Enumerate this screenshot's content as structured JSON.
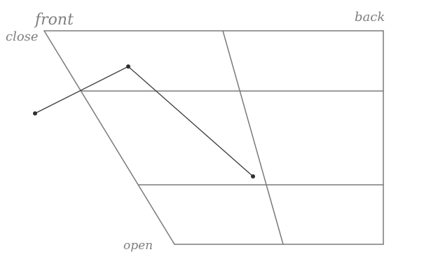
{
  "chart_data": {
    "type": "diagram",
    "labels": {
      "front": "front",
      "back": "back",
      "close": "close",
      "open": "open"
    },
    "grid": {
      "horizontal_dividers": 4,
      "vertical_dividers": 3
    },
    "tongue_trace": {
      "points": 3
    },
    "colors": {
      "grid": "#7a7a7a",
      "trace": "#3a3a3a",
      "labels": "#7f7f7f"
    }
  }
}
